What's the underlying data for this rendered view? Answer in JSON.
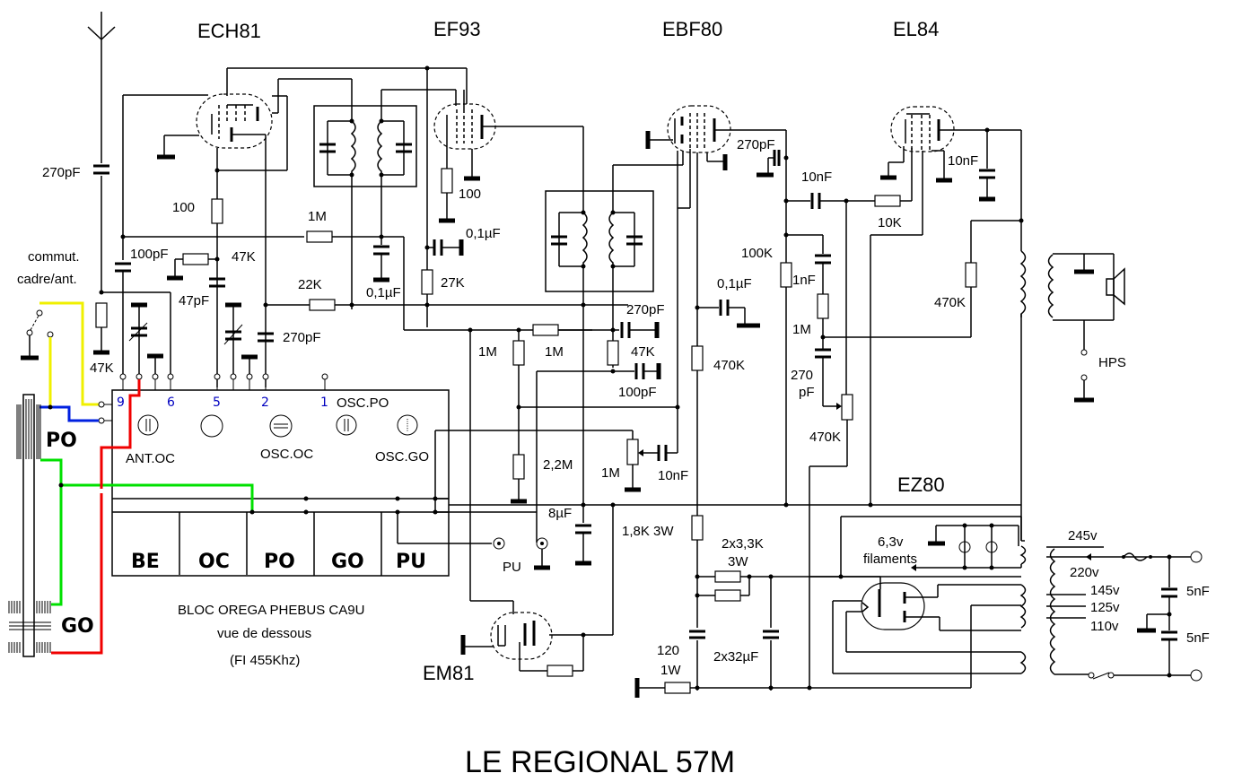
{
  "title": "LE REGIONAL 57M",
  "tubes": {
    "ech81": "ECH81",
    "ef93": "EF93",
    "ebf80": "EBF80",
    "el84": "EL84",
    "ez80": "EZ80",
    "em81": "EM81"
  },
  "wire_colors": {
    "yellow": "#f0f000",
    "blue": "#0020e0",
    "green": "#00e000",
    "red": "#f00000"
  },
  "antenna_switch": {
    "line1": "commut.",
    "line2": "cadre/ant."
  },
  "coil_block": {
    "po_label": "PO",
    "go_label": "GO"
  },
  "bloc": {
    "name": "BLOC OREGA PHEBUS CA9U",
    "view": "vue de dessous",
    "if_freq": "(FI 455Khz)",
    "pins": [
      "9",
      "6",
      "5",
      "2",
      "1"
    ],
    "osc_po": "OSC.PO",
    "ant_oc": "ANT.OC",
    "osc_oc": "OSC.OC",
    "osc_go": "OSC.GO",
    "buttons": [
      "BE",
      "OC",
      "PO",
      "GO",
      "PU"
    ]
  },
  "components": {
    "c_ant": "270pF",
    "r_ech_cath": "100",
    "r_1m_agc": "1M",
    "c_100pf": "100pF",
    "r_47k_grid": "47K",
    "c_47pf": "47pF",
    "r_47k_ant": "47K",
    "r_22k": "22K",
    "c_270pf_osc": "270pF",
    "c_01uf_if": "0,1µF",
    "r_ef93_cath": "100",
    "c_01uf_ef93": "0,1µF",
    "r_27k": "27K",
    "c_270pf_ebf": "270pF",
    "r_47k_det": "47K",
    "c_100pf_det": "100pF",
    "r_1m_a": "1M",
    "r_1m_b": "1M",
    "r_22m": "2,2M",
    "pot_1m": "1M",
    "c_10nf_vol": "10nF",
    "c_01uf_ebf": "0,1µF",
    "r_470k_ebf": "470K",
    "r_100k": "100K",
    "c_10nf_coupling": "10nF",
    "c_1nf": "1nF",
    "r_1m_tone": "1M",
    "c_270_tone": "270",
    "c_270_tone_unit": "pF",
    "pot_470k": "470K",
    "r_10k": "10K",
    "c_10nf_el84": "10nF",
    "r_470k_fb": "470K",
    "c_8uf": "8µF",
    "r_18k": "1,8K 3W",
    "r_2x33k_a": "2x3,3K",
    "r_2x33k_b": "3W",
    "c_2x32uf": "2x32µF",
    "r_120_a": "120",
    "r_120_b": "1W"
  },
  "pu_label": "PU",
  "hps_label": "HPS",
  "filaments": {
    "line1": "6,3v",
    "line2": "filaments"
  },
  "mains": {
    "taps": [
      "245v",
      "220v",
      "145v",
      "125v",
      "110v"
    ],
    "c1": "5nF",
    "c2": "5nF"
  }
}
